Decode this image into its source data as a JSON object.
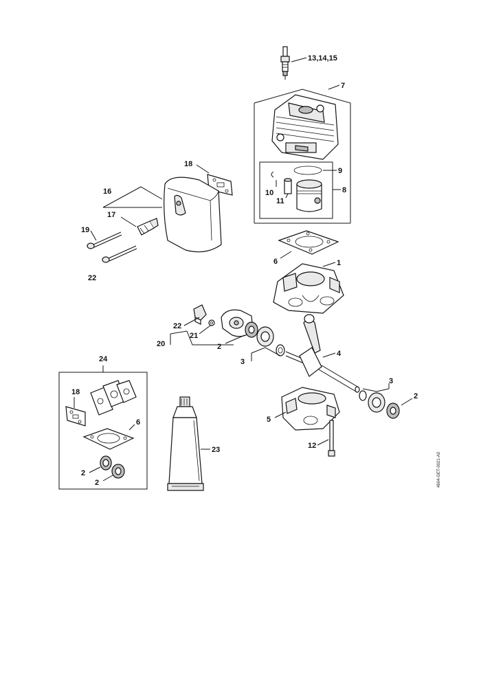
{
  "diagram": {
    "drawing_code": "4604-GET-0021-A0",
    "callouts": {
      "spark_plug": "13,14,15",
      "cylinder_kit": "7",
      "piston_ring": "9",
      "piston_pin": "10",
      "piston_pin_clip": "11",
      "piston_set": "8",
      "muffler_gasket": "18",
      "muffler_set": "16",
      "muffler_fitting": "17",
      "muffler_screw": "19",
      "muffler_screw_b": "22",
      "cylinder_gasket": "6",
      "crankcase_upper": "1",
      "ignition_holder": "22",
      "ignition_nut": "21",
      "ignition_set": "20",
      "oil_seal_left": "2",
      "bearing_set_left": "3",
      "crankshaft": "4",
      "bearing_set_right": "3",
      "oil_seal_right": "2",
      "crankcase_lower": "5",
      "crankcase_screw": "12",
      "tube": "23",
      "gasket_set": "24",
      "set_gasket_18": "18",
      "set_gasket_6": "6",
      "set_seal_a": "2",
      "set_seal_b": "2"
    }
  }
}
